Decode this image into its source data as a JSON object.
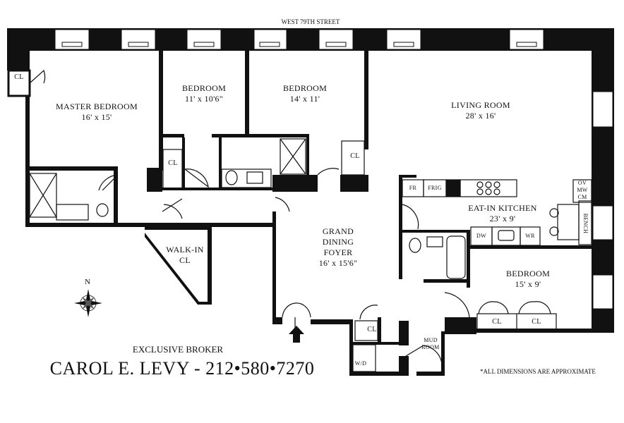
{
  "street": "WEST 79TH STREET",
  "rooms": {
    "master_bedroom": {
      "name": "MASTER BEDROOM",
      "size": "16' x 15'"
    },
    "bedroom_1": {
      "name": "BEDROOM",
      "size": "11' x 10'6\""
    },
    "bedroom_2": {
      "name": "BEDROOM",
      "size": "14' x 11'"
    },
    "living_room": {
      "name": "LIVING ROOM",
      "size": "28' x 16'"
    },
    "kitchen": {
      "name": "EAT-IN KITCHEN",
      "size": "23' x 9'"
    },
    "foyer": {
      "name": "GRAND DINING FOYER",
      "line1": "GRAND",
      "line2": "DINING",
      "line3": "FOYER",
      "size": "16' x 15'6\""
    },
    "bedroom_3": {
      "name": "BEDROOM",
      "size": "15' x 9'"
    },
    "walk_in": {
      "line1": "WALK-IN",
      "line2": "CL"
    },
    "mud_room": {
      "line1": "MUD",
      "line2": "ROOM"
    }
  },
  "closets": [
    "CL",
    "CL",
    "CL",
    "CL",
    "CL",
    "CL",
    "CL"
  ],
  "fixtures": {
    "fr": "FR",
    "frig": "FRIG",
    "dw": "DW",
    "wr": "WR",
    "ov": "OV",
    "mw": "MW",
    "cm": "CM",
    "bench": "BENCH",
    "wd": "W/D"
  },
  "compass": {
    "north": "N"
  },
  "broker": {
    "label": "EXCLUSIVE BROKER",
    "name": "CAROL E. LEVY - 212•580•7270"
  },
  "note": "*ALL DIMENSIONS ARE APPROXIMATE"
}
